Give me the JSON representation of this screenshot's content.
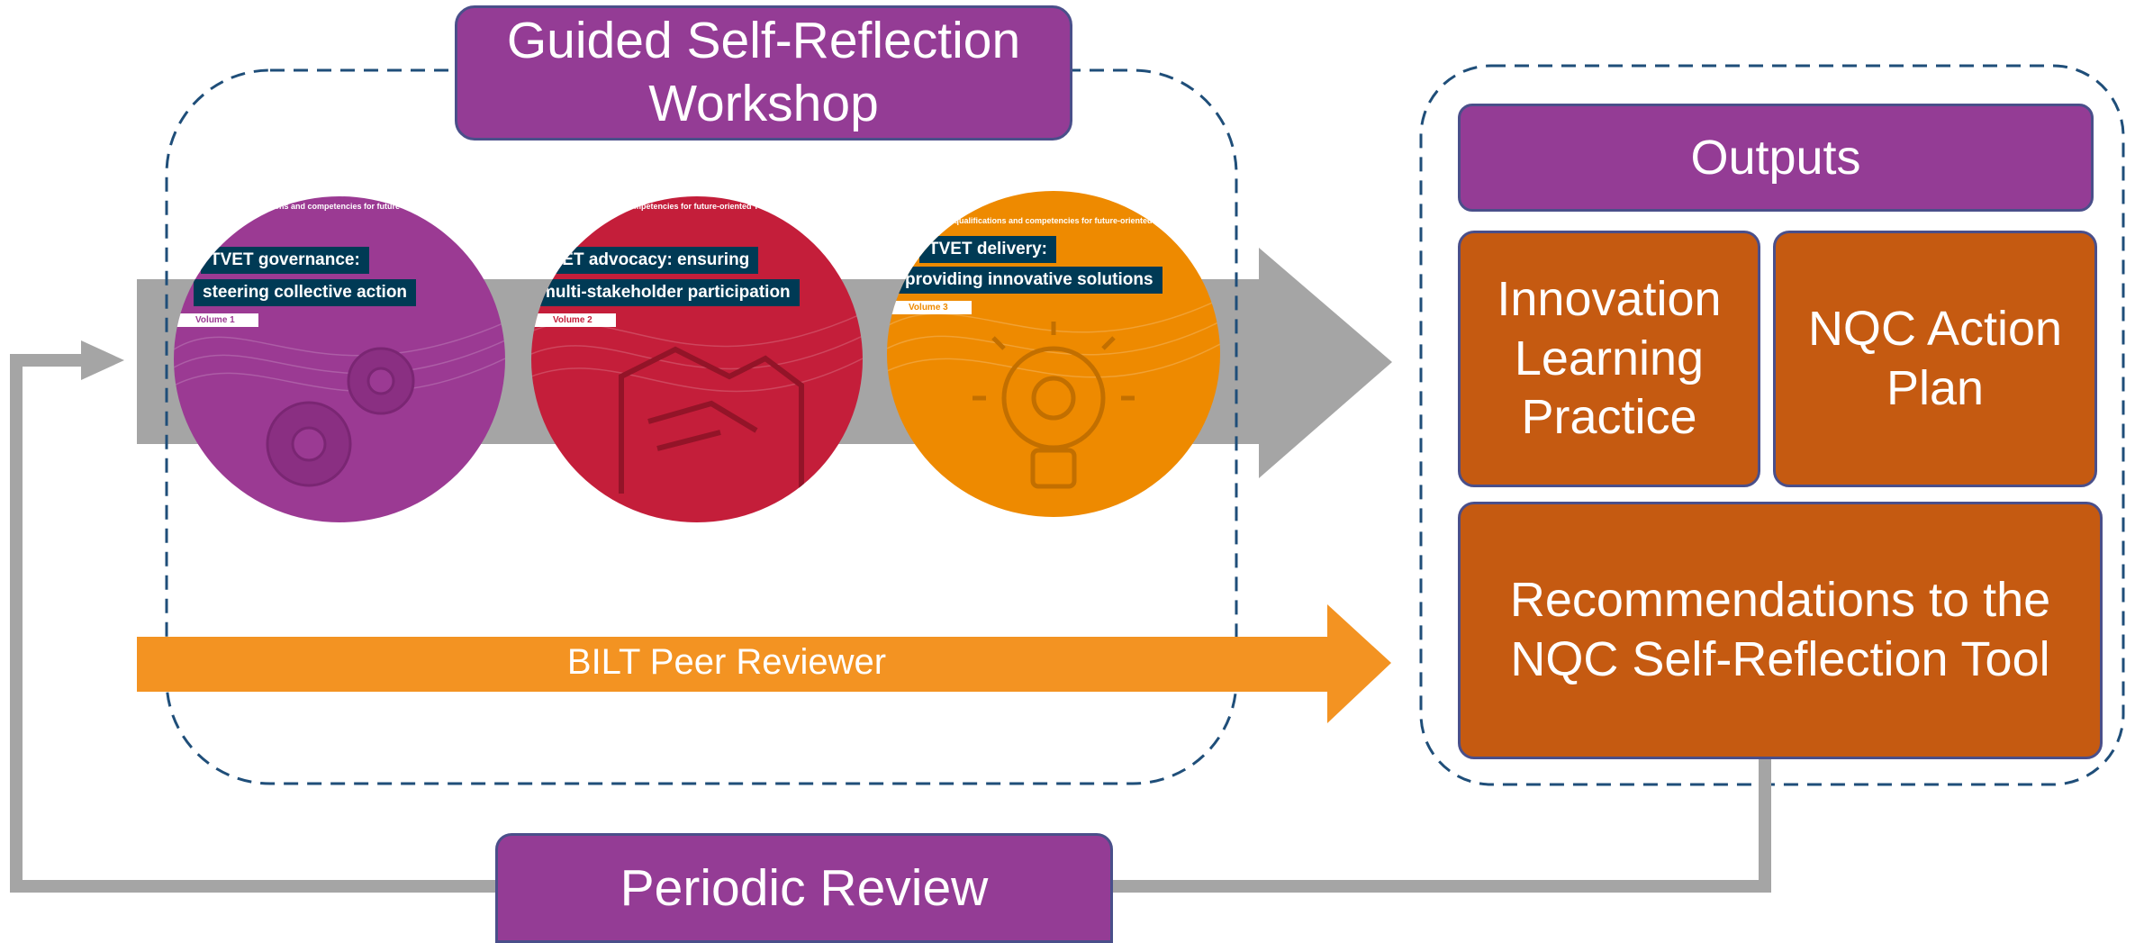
{
  "colors": {
    "purple": "#943c95",
    "orange_box": "#c55a11",
    "orange_arrow": "#f39322",
    "grey_arrow": "#a5a5a5",
    "dashed_border": "#1f4e79",
    "banner": "#003a55"
  },
  "workshop": {
    "title_line1": "Guided Self-Reflection",
    "title_line2": "Workshop"
  },
  "volumes": [
    {
      "tagline": "ew qualifications and competencies for future-oriented TVE",
      "title_line1": "TVET governance:",
      "title_line2": "steering collective action",
      "volume": "Volume 1",
      "color": "#9b3a93",
      "icon": "gears-icon"
    },
    {
      "tagline": "ew qualifications and competencies for future-oriented TVE",
      "title_line1": "TVET advocacy: ensuring",
      "title_line2": "multi-stakeholder participation",
      "volume": "Volume 2",
      "color": "#c41e3a",
      "icon": "handshake-icon"
    },
    {
      "tagline": "ew qualifications and competencies for future-oriented TVE",
      "title_line1": "TVET delivery:",
      "title_line2": "providing innovative solutions",
      "volume": "Volume 3",
      "color": "#ee8a00",
      "icon": "lightbulb-gear-icon"
    }
  ],
  "peer_reviewer": {
    "label": "BILT Peer Reviewer"
  },
  "outputs": {
    "header": "Outputs",
    "innovation": {
      "line1": "Innovation",
      "line2": "Learning",
      "line3": "Practice"
    },
    "action_plan": {
      "line1": "NQC Action",
      "line2": "Plan"
    },
    "recommendations": {
      "line1": "Recommendations to the",
      "line2": "NQC Self-Reflection Tool"
    }
  },
  "periodic_review": {
    "label": "Periodic Review"
  }
}
